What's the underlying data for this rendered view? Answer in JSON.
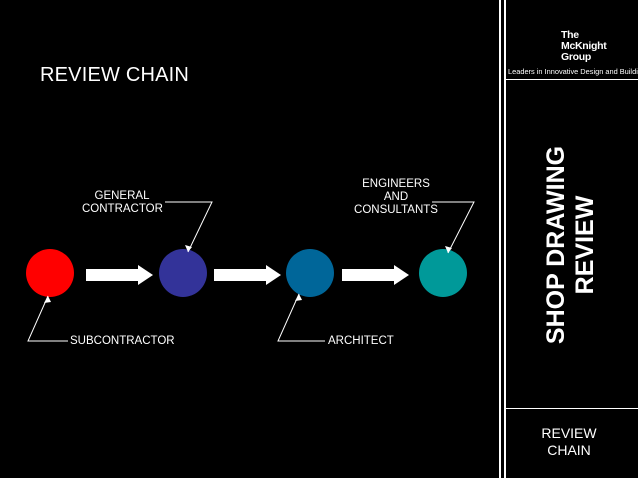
{
  "slide": {
    "title": "REVIEW CHAIN",
    "nodes": [
      {
        "label": "SUBCONTRACTOR",
        "color": "#ff0000"
      },
      {
        "label": "GENERAL\nCONTRACTOR",
        "color": "#333399"
      },
      {
        "label": "ARCHITECT",
        "color": "#006699"
      },
      {
        "label": "ENGINEERS\nAND\nCONSULTANTS",
        "color": "#009999"
      }
    ]
  },
  "sidebar": {
    "logo_line1": "The",
    "logo_line2": "McKnight",
    "logo_line3": "Group",
    "tagline": "Leaders in Innovative Design and Building",
    "vertical_title_line1": "SHOP DRAWING",
    "vertical_title_line2": "REVIEW",
    "footer_line1": "REVIEW",
    "footer_line2": "CHAIN"
  }
}
